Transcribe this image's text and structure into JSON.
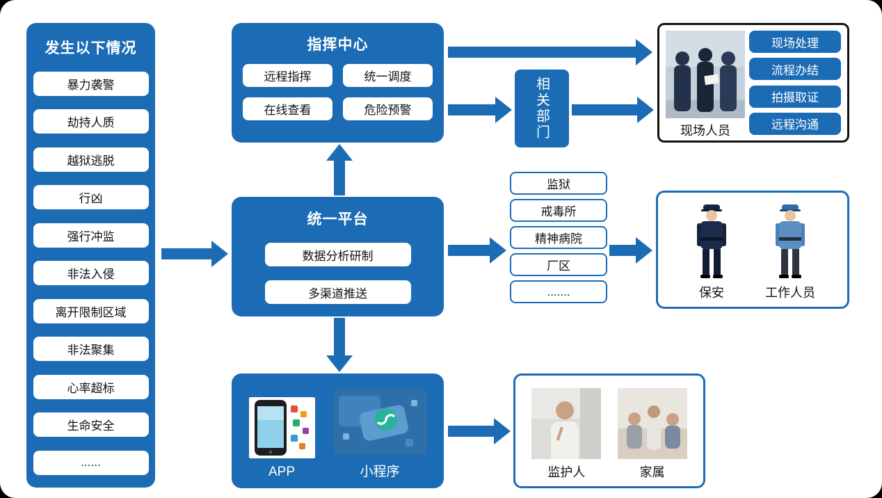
{
  "colors": {
    "blue": "#1b6cb5",
    "canvas": "#ffffff"
  },
  "left_panel": {
    "title": "发生以下情况",
    "items": [
      "暴力袭警",
      "劫持人质",
      "越狱逃脱",
      "行凶",
      "强行冲监",
      "非法入侵",
      "离开限制区域",
      "非法聚集",
      "心率超标",
      "生命安全",
      "......"
    ]
  },
  "command_center": {
    "title": "指挥中心",
    "items": [
      "远程指挥",
      "统一调度",
      "在线查看",
      "危险预警"
    ]
  },
  "unified_platform": {
    "title": "统一平台",
    "items": [
      "数据分析研制",
      "多渠道推送"
    ]
  },
  "related_departments": {
    "label": "相关部门"
  },
  "field_group": {
    "photo_label": "现场人员",
    "actions": [
      "现场处理",
      "流程办结",
      "拍摄取证",
      "远程沟通"
    ]
  },
  "sites": {
    "items": [
      "监狱",
      "戒毒所",
      "精神病院",
      "厂区",
      "......."
    ]
  },
  "staff_group": {
    "labels": [
      "保安",
      "工作人员"
    ]
  },
  "channels": {
    "labels": [
      "APP",
      "小程序"
    ]
  },
  "family_group": {
    "labels": [
      "监护人",
      "家属"
    ]
  },
  "icons": {
    "field_photo": "police-officers-photo",
    "guard_figure": "security-guard-figure",
    "worker_figure": "staff-officer-figure",
    "app_phone": "smartphone-app-image",
    "mini_program": "mini-program-image",
    "guardian_photo": "guardian-photo",
    "family_photo": "family-photo"
  }
}
